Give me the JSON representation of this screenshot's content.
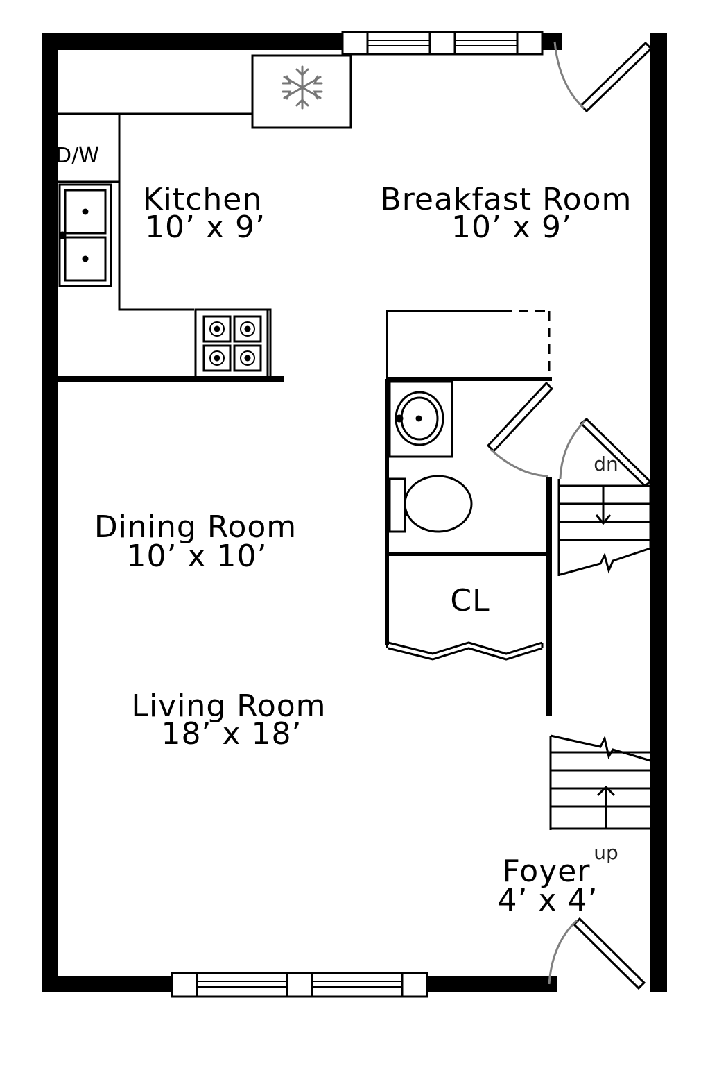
{
  "rooms": {
    "kitchen": {
      "name": "Kitchen",
      "size": "10’ x 9’"
    },
    "breakfast": {
      "name": "Breakfast Room",
      "size": "10’ x 9’"
    },
    "dining": {
      "name": "Dining Room",
      "size": "10’ x 10’"
    },
    "living": {
      "name": "Living Room",
      "size": "18’ x 18’"
    },
    "foyer": {
      "name": "Foyer",
      "size": "4’ x 4’"
    }
  },
  "labels": {
    "dishwasher": "D/W",
    "closet": "CL",
    "stairs_down": "dn",
    "stairs_up": "up"
  },
  "colors": {
    "wall": "#000000",
    "door_swing": "#808080",
    "background": "#ffffff"
  }
}
